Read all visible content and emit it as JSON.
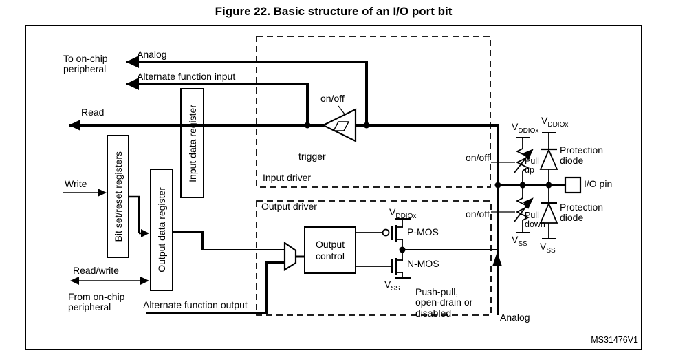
{
  "figure": {
    "title": "Figure 22. Basic structure of an I/O port bit",
    "code": "MS31476V1"
  },
  "labels": {
    "to_on_chip": "To on-chip\nperipheral",
    "analog": "Analog",
    "alt_fn_input": "Alternate function input",
    "read": "Read",
    "write": "Write",
    "read_write": "Read/write",
    "from_on_chip": "From on-chip\nperipheral",
    "alt_fn_output": "Alternate function output",
    "input_data_register": "Input data register",
    "bit_set_reset_registers": "Bit set/reset registers",
    "output_data_register": "Output data register",
    "input_driver": "Input driver",
    "output_driver": "Output driver",
    "trigger": "trigger",
    "on_off": "on/off",
    "output_control": "Output\ncontrol",
    "pmos": "P-MOS",
    "nmos": "N-MOS",
    "push_pull_note": "Push-pull,\nopen-drain or\ndisabled",
    "pull_up": "Pull\nup",
    "pull_down": "Pull\ndown",
    "protection_diode": "Protection\ndiode",
    "io_pin": "I/O pin",
    "v_base": "V",
    "vddiox_sub": "DDIOx",
    "vss_sub": "SS"
  },
  "colors": {
    "line": "#000000",
    "background": "#ffffff"
  }
}
